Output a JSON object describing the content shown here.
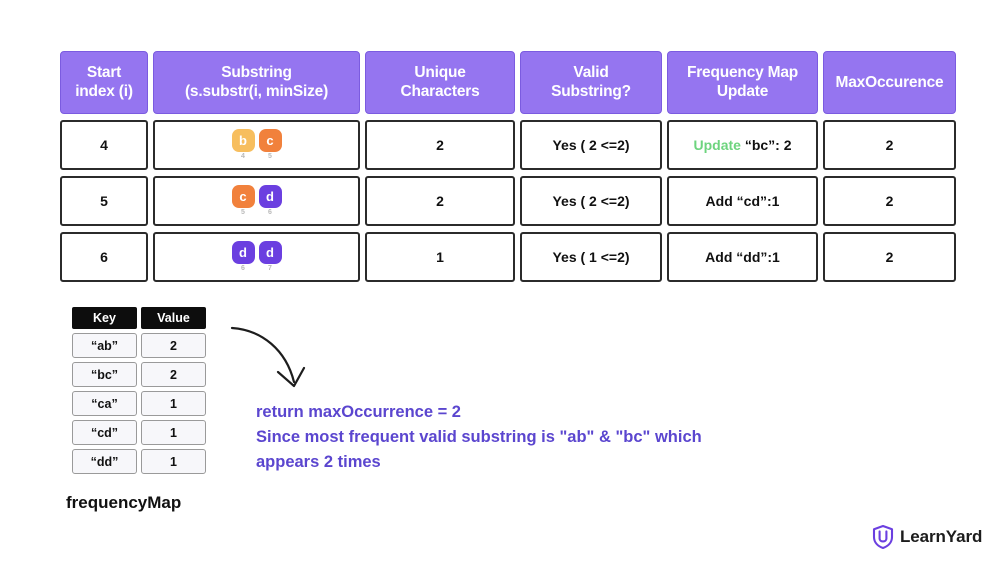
{
  "trace_table": {
    "headers": [
      "Start\nindex (i)",
      "Substring\n(s.substr(i, minSize)",
      "Unique\nCharacters",
      "Valid\nSubstring?",
      "Frequency Map\nUpdate",
      "MaxOccurence"
    ],
    "header_lines": [
      [
        "Start",
        "index (i)"
      ],
      [
        "Substring",
        "(s.substr(i, minSize)"
      ],
      [
        "Unique",
        "Characters"
      ],
      [
        "Valid",
        "Substring?"
      ],
      [
        "Frequency Map",
        "Update"
      ],
      [
        "MaxOccurence"
      ]
    ],
    "rows": [
      {
        "start_index": "4",
        "chips": [
          {
            "letter": "b",
            "index": "4",
            "color": "#F7BE5E"
          },
          {
            "letter": "c",
            "index": "5",
            "color": "#F1813C"
          }
        ],
        "unique_characters": "2",
        "valid_substring": "Yes ( 2 <=2)",
        "freq_action": "Update",
        "freq_action_color": "green",
        "freq_detail": "“bc”: 2",
        "max_occurrence": "2"
      },
      {
        "start_index": "5",
        "chips": [
          {
            "letter": "c",
            "index": "5",
            "color": "#F1813C"
          },
          {
            "letter": "d",
            "index": "6",
            "color": "#6B3FE0"
          }
        ],
        "unique_characters": "2",
        "valid_substring": "Yes ( 2 <=2)",
        "freq_action": "Add",
        "freq_action_color": "dark",
        "freq_detail": "“cd”:1",
        "max_occurrence": "2"
      },
      {
        "start_index": "6",
        "chips": [
          {
            "letter": "d",
            "index": "6",
            "color": "#6B3FE0"
          },
          {
            "letter": "d",
            "index": "7",
            "color": "#6B3FE0"
          }
        ],
        "unique_characters": "1",
        "valid_substring": "Yes ( 1 <=2)",
        "freq_action": "Add",
        "freq_action_color": "dark",
        "freq_detail": "“dd”:1",
        "max_occurrence": "2"
      }
    ]
  },
  "frequency_map": {
    "caption": "frequencyMap",
    "headers": [
      "Key",
      "Value"
    ],
    "rows": [
      {
        "key": "“ab”",
        "value": "2"
      },
      {
        "key": "“bc”",
        "value": "2"
      },
      {
        "key": "“ca”",
        "value": "1"
      },
      {
        "key": "“cd”",
        "value": "1"
      },
      {
        "key": "“dd”",
        "value": "1"
      }
    ]
  },
  "conclusion": {
    "line1": "return maxOccurrence = 2",
    "line2": "Since most frequent valid substring is \"ab\" & \"bc\" which",
    "line3": "appears 2 times"
  },
  "logo": {
    "text": "LearnYard"
  },
  "colors": {
    "header_purple": "#9575F0",
    "header_purple_border": "#7B5BE0",
    "conclusion_purple": "#5B46CF",
    "update_green": "#6DD47E",
    "chip_amber": "#F7BE5E",
    "chip_orange": "#F1813C",
    "chip_purple": "#6B3FE0",
    "map_header_black": "#0d0d0d"
  }
}
